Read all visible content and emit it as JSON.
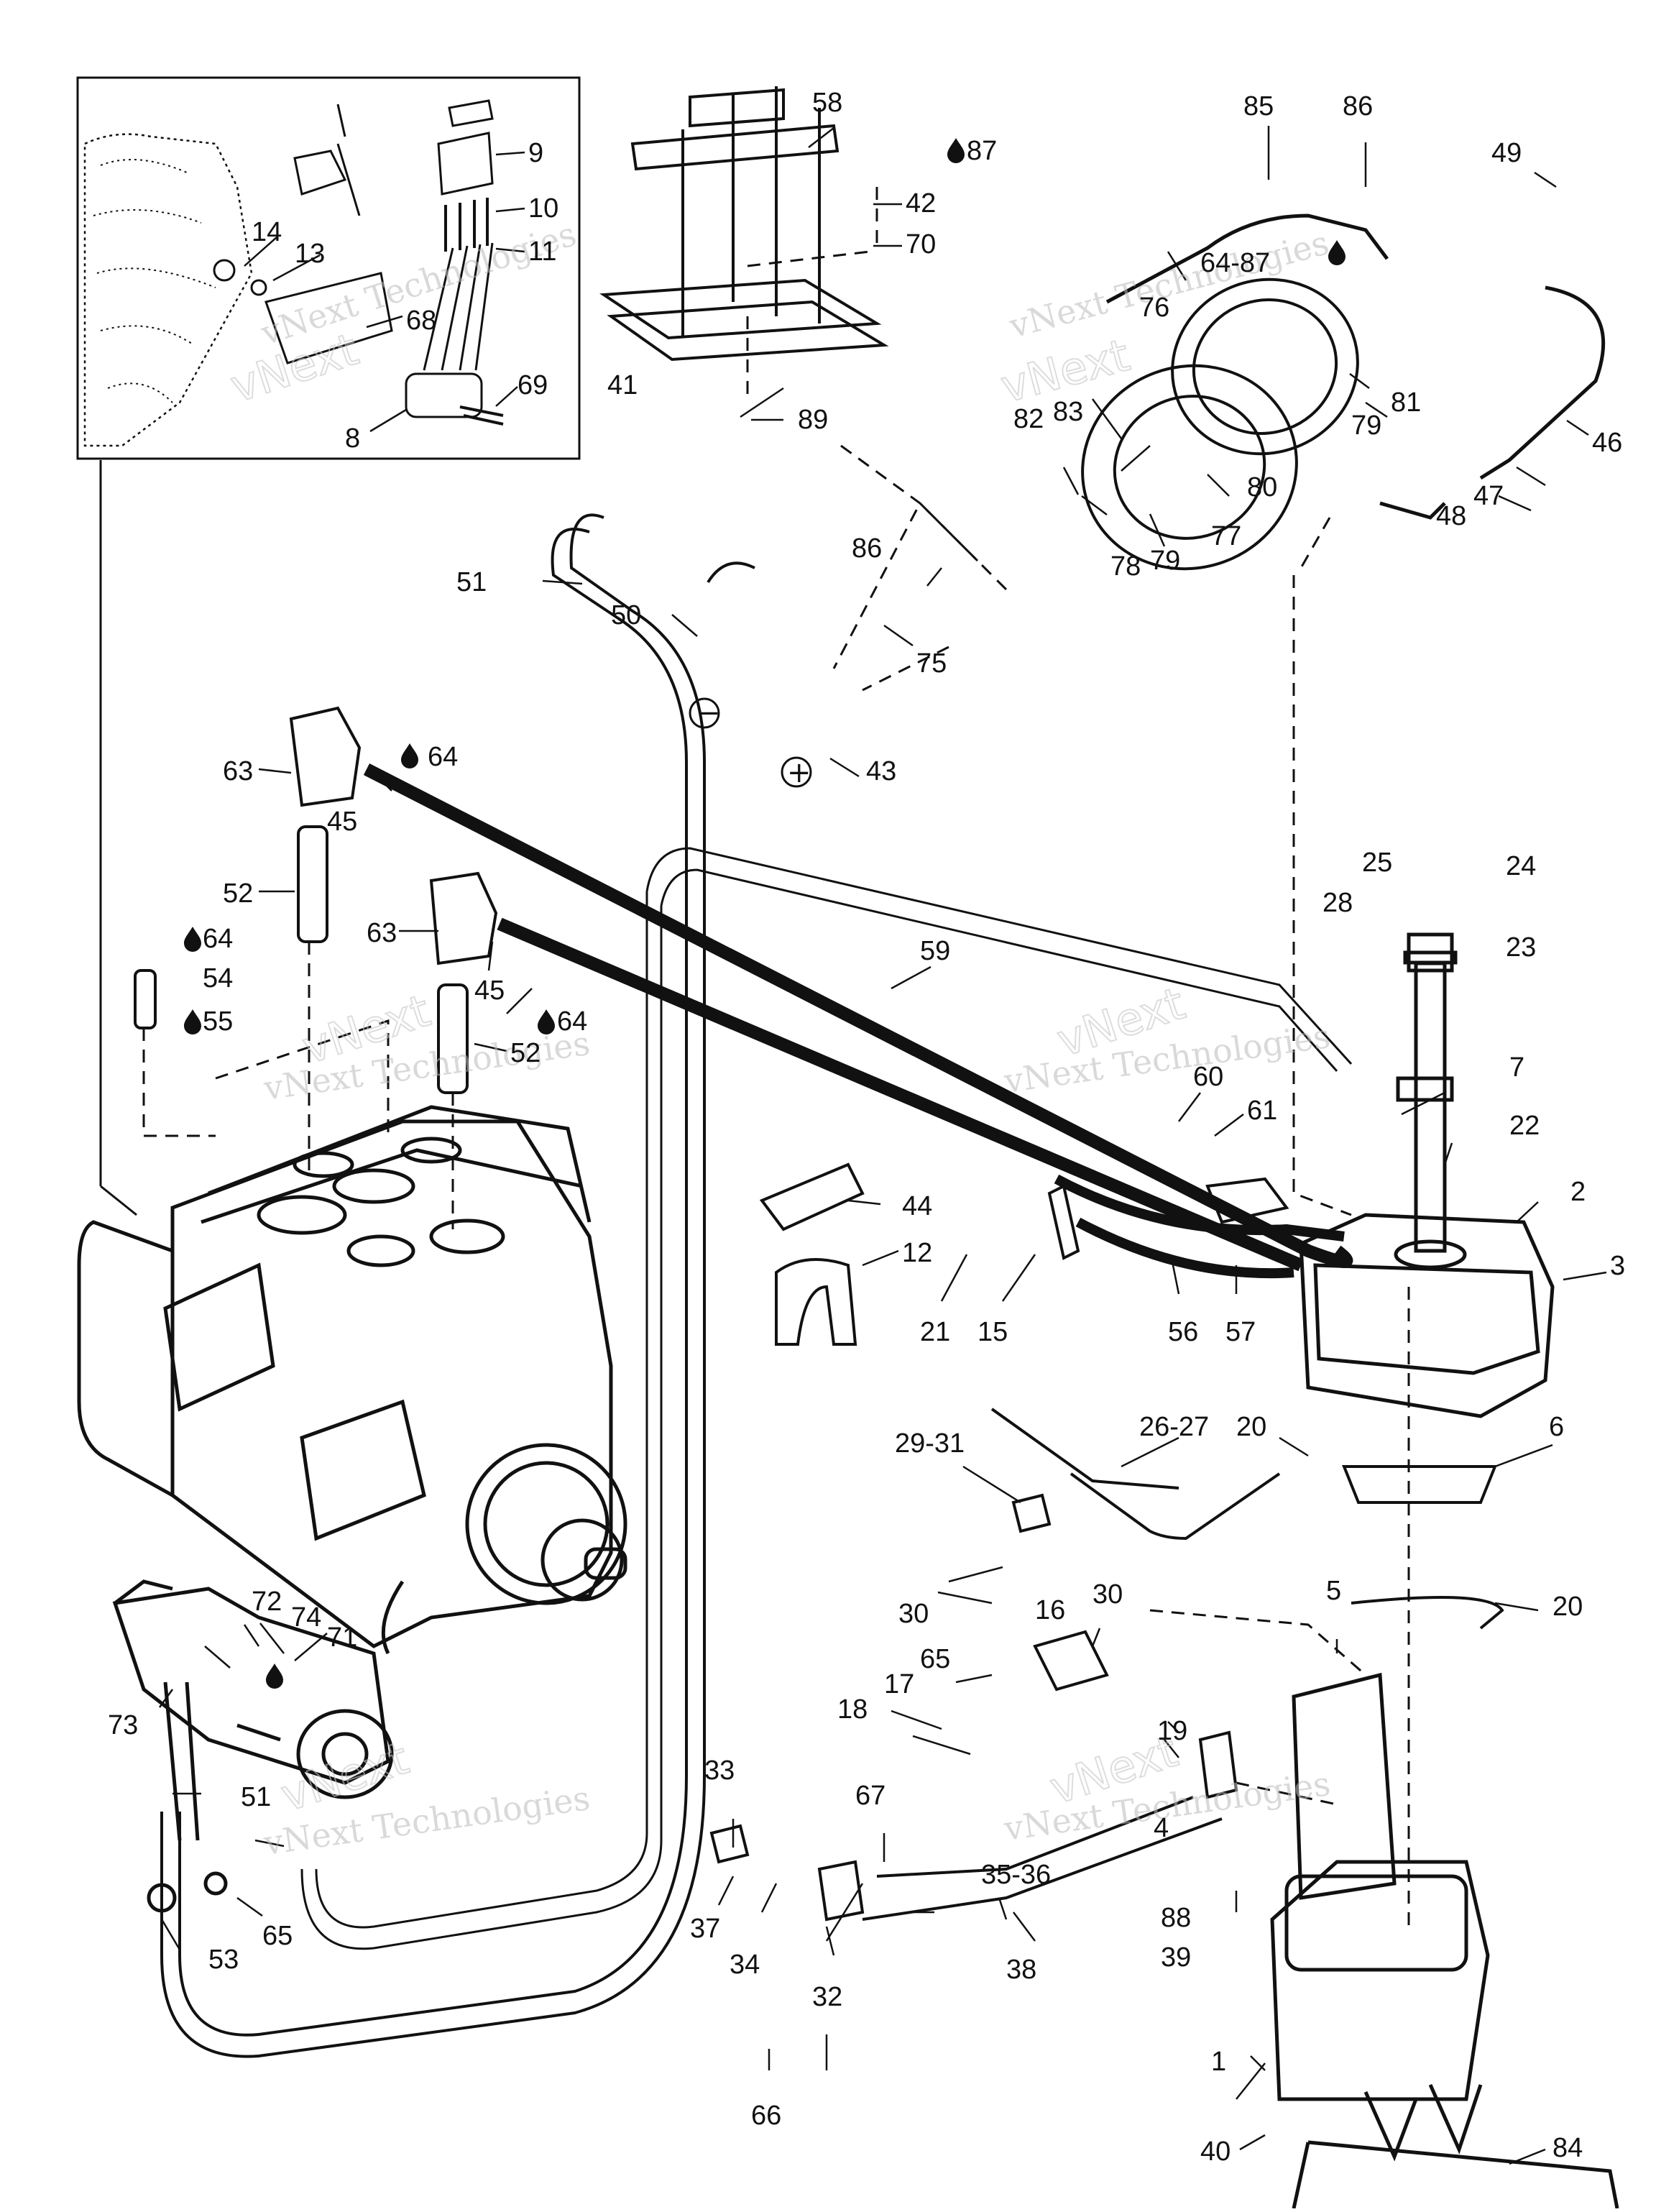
{
  "labels": {
    "l1": "1",
    "l2": "2",
    "l3": "3",
    "l4": "4",
    "l5": "5",
    "l6": "6",
    "l7": "7",
    "l8": "8",
    "l9": "9",
    "l10": "10",
    "l11": "11",
    "l12": "12",
    "l13": "13",
    "l14": "14",
    "l15": "15",
    "l16": "16",
    "l17": "17",
    "l18": "18",
    "l19": "19",
    "l20a": "20",
    "l20b": "20",
    "l21": "21",
    "l22": "22",
    "l23": "23",
    "l24": "24",
    "l25": "25",
    "l26_27": "26-27",
    "l28": "28",
    "l29_31": "29-31",
    "l30a": "30",
    "l30b": "30",
    "l32": "32",
    "l33": "33",
    "l34": "34",
    "l35_36": "35-36",
    "l37": "37",
    "l38": "38",
    "l39": "39",
    "l40": "40",
    "l41": "41",
    "l42": "42",
    "l43": "43",
    "l44": "44",
    "l45a": "45",
    "l45b": "45",
    "l46": "46",
    "l47": "47",
    "l48": "48",
    "l49": "49",
    "l50": "50",
    "l51a": "51",
    "l51b": "51",
    "l52a": "52",
    "l52b": "52",
    "l53": "53",
    "l54": "54",
    "l55": "55",
    "l56": "56",
    "l57": "57",
    "l58": "58",
    "l59": "59",
    "l60": "60",
    "l61": "61",
    "l63a": "63",
    "l63b": "63",
    "l64a": "64",
    "l64b": "64",
    "l64c": "64",
    "l64_87": "64-87",
    "l65a": "65",
    "l65b": "65",
    "l66": "66",
    "l67": "67",
    "l68": "68",
    "l69": "69",
    "l70": "70",
    "l71": "71",
    "l72": "72",
    "l73": "73",
    "l74": "74",
    "l75": "75",
    "l76": "76",
    "l77": "77",
    "l78": "78",
    "l79a": "79",
    "l79b": "79",
    "l80": "80",
    "l81": "81",
    "l82": "82",
    "l83": "83",
    "l84": "84",
    "l85": "85",
    "l86a": "86",
    "l86b": "86",
    "l87": "87",
    "l88": "88",
    "l89": "89"
  },
  "symbols": {
    "minus": "−",
    "plus": "+"
  },
  "watermark": {
    "line1": "vNext Technologies",
    "line2": "vNext"
  },
  "icons": [
    "lubricant-drop-icon",
    "negative-terminal-icon",
    "positive-terminal-icon"
  ],
  "colors": {
    "ink": "#111111",
    "watermark": "#bbbbbb",
    "background": "#ffffff"
  }
}
